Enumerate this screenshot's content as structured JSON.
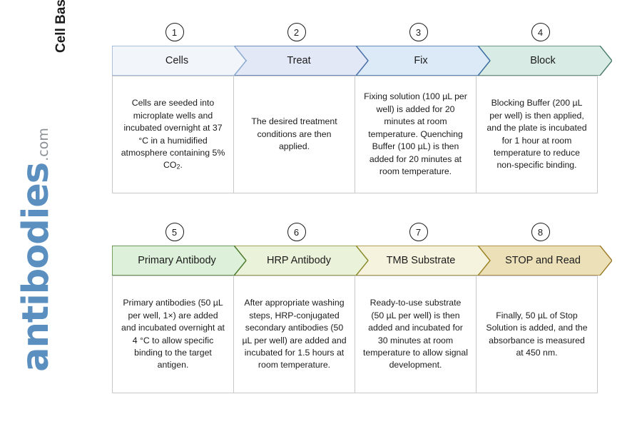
{
  "branding": {
    "vertical_title": "Cell Based ELISA Kits Quick Protocol",
    "logo_word": "antibodies",
    "logo_tld": ".com",
    "logo_color": "#5b8fc0",
    "logo_tld_color": "#8a8f94"
  },
  "chart_data": {
    "type": "table",
    "title": "Cell Based ELISA Kits Quick Protocol",
    "rows": [
      {
        "row_index": 1,
        "steps": [
          {
            "number": "1",
            "label": "Cells",
            "fill": "#f2f6fb",
            "stroke": "#8fadcf",
            "description": "Cells are seeded into microplate wells and incubated overnight at 37 °C in a humidified atmosphere containing 5% CO2."
          },
          {
            "number": "2",
            "label": "Treat",
            "fill": "#e3e8f7",
            "stroke": "#4a6ea8",
            "description": "The desired treatment conditions are then applied."
          },
          {
            "number": "3",
            "label": "Fix",
            "fill": "#dce9f7",
            "stroke": "#3c6ea5",
            "description": "Fixing solution (100 µL per well) is added for 20 minutes at room temperature. Quenching Buffer (100 µL) is then added for 20 minutes at room temperature."
          },
          {
            "number": "4",
            "label": "Block",
            "fill": "#d8ece5",
            "stroke": "#4a7b6b",
            "description": "Blocking Buffer (200 µL per well) is then applied, and the plate is incubated for 1 hour at room temperature to reduce non-specific binding."
          }
        ]
      },
      {
        "row_index": 2,
        "steps": [
          {
            "number": "5",
            "label": "Primary Antibody",
            "fill": "#ddf0da",
            "stroke": "#4a7a2e",
            "description": "Primary antibodies (50 µL per well, 1×) are added and incubated overnight at 4 °C to allow specific binding to the target antigen."
          },
          {
            "number": "6",
            "label": "HRP Antibody",
            "fill": "#eaf2d9",
            "stroke": "#8a8b2c",
            "description": "After appropriate washing steps, HRP-conjugated secondary antibodies (50 µL per well) are added and incubated for 1.5 hours at room temperature."
          },
          {
            "number": "7",
            "label": "TMB Substrate",
            "fill": "#f5f3dd",
            "stroke": "#9c8428",
            "description": "Ready-to-use substrate (50 µL per well) is then added and incubated for 30 minutes at room temperature to allow signal development."
          },
          {
            "number": "8",
            "label": "STOP and Read",
            "fill": "#ece0b8",
            "stroke": "#9c7b28",
            "description": "Finally, 50 µL of Stop Solution is added, and the absorbance is measured at 450 nm."
          }
        ]
      }
    ]
  }
}
